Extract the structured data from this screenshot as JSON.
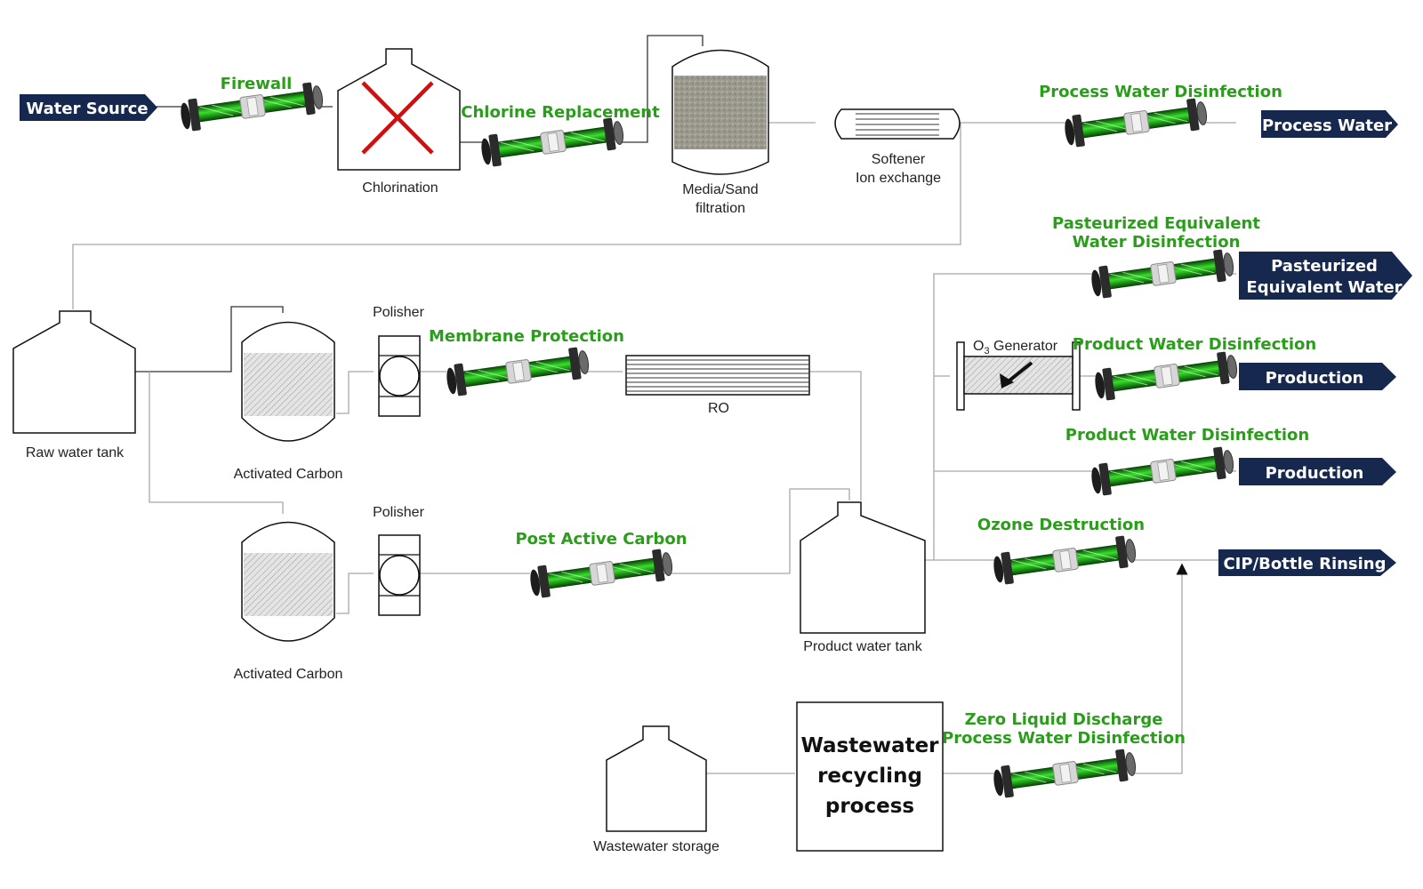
{
  "labels": {
    "water_source": "Water Source",
    "firewall": "Firewall",
    "chlorination": "Chlorination",
    "chlorine_replacement": "Chlorine Replacement",
    "media_sand_1": "Media/Sand",
    "media_sand_2": "filtration",
    "softener_1": "Softener",
    "softener_2": "Ion exchange",
    "process_water_disinfection": "Process Water Disinfection",
    "process_water": "Process Water",
    "pasteurized_1": "Pasteurized Equivalent",
    "pasteurized_2": "Water Disinfection",
    "pasteurized_tag_1": "Pasteurized",
    "pasteurized_tag_2": "Equivalent Water",
    "raw_water_tank": "Raw water tank",
    "activated_carbon_top": "Activated Carbon",
    "polisher_top": "Polisher",
    "membrane_protection": "Membrane Protection",
    "ro": "RO",
    "o3_generator_prefix": "O",
    "o3_generator_sub": "3",
    "o3_generator_suffix": " Generator",
    "product_water_disinfection_1": "Product Water  Disinfection",
    "production_1": "Production",
    "product_water_disinfection_2": "Product Water Disinfection",
    "production_2": "Production",
    "activated_carbon_bottom": "Activated Carbon",
    "polisher_bottom": "Polisher",
    "post_active_carbon": "Post Active Carbon",
    "product_water_tank": "Product water tank",
    "ozone_destruction": "Ozone Destruction",
    "cip_bottle_rinsing": "CIP/Bottle Rinsing",
    "wastewater_storage": "Wastewater storage",
    "ww_process_1": "Wastewater",
    "ww_process_2": "recycling",
    "ww_process_3": "process",
    "zld_1": "Zero Liquid Discharge",
    "zld_2": "Process Water Disinfection"
  },
  "colors": {
    "tag_fill": "#16284d",
    "uv_green": "#2a9d1a",
    "chlorination_x": "#d01010"
  },
  "icons": [
    "uv-reactor-icon",
    "chlorination-x-icon",
    "ozone-arrow-icon"
  ]
}
